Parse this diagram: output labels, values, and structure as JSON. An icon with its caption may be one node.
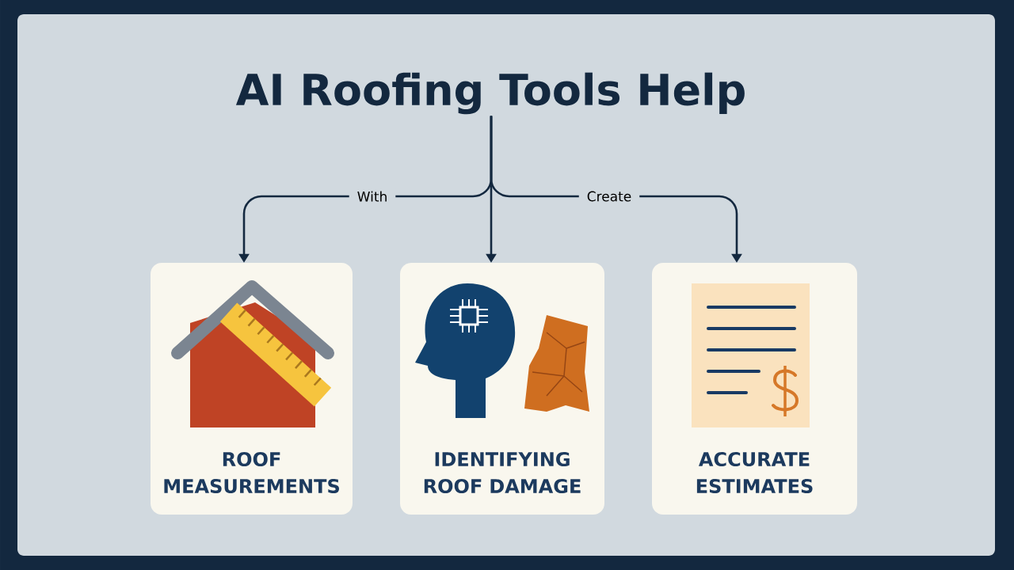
{
  "diagram": {
    "nodes": [
      {
        "text": [
          "AI Roofing Tools Help"
        ]
      },
      {
        "text": [
          "ROOF MEASUREMENTS"
        ]
      },
      {
        "text": [
          "IDENTIFYING ROOF DAMAGE"
        ]
      },
      {
        "text": [
          "ACCURATE ESTIMATES"
        ]
      }
    ],
    "edges": [
      {
        "from": 0,
        "to": 1,
        "arrow": "to",
        "label": "With"
      },
      {
        "from": 0,
        "to": 2,
        "arrow": "to"
      },
      {
        "from": 0,
        "to": 3,
        "arrow": "to",
        "label": "Create"
      }
    ]
  }
}
